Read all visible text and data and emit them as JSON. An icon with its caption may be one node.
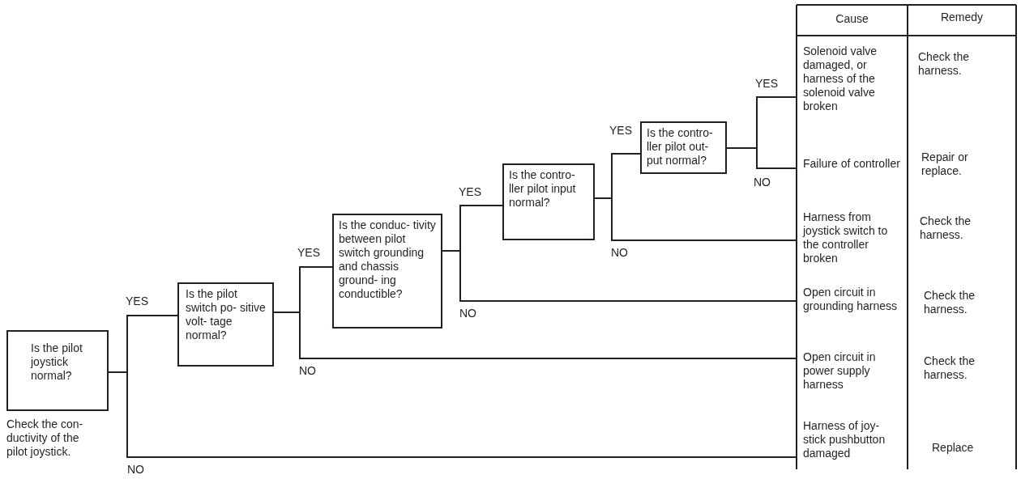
{
  "diagram": {
    "nodes": [
      {
        "text": [
          "Is the pilot joystick normal?"
        ],
        "beside": [
          "Check the con- ductivity of the pilot joystick."
        ]
      },
      {
        "text": [
          "Is the pilot switch po- sitive volt- tage normal?"
        ]
      },
      {
        "text": [
          "Is the conduc- tivity between pilot switch grounding and chassis ground- ing conductible?"
        ]
      },
      {
        "text": [
          "Is the contro- ller pilot input normal?"
        ]
      },
      {
        "text": [
          "Is the contro- ller pilot out- put normal?"
        ]
      },
      {
        "text": [
          "Solenoid valve damaged, or harness of the solenoid valve broken"
        ]
      },
      {
        "text": [
          "Failure of controller"
        ]
      },
      {
        "text": [
          "Harness from joystick switch to the controller broken"
        ]
      },
      {
        "text": [
          "Open circuit in grounding harness"
        ]
      },
      {
        "text": [
          "Open circuit in power supply harness"
        ]
      },
      {
        "text": [
          "Harness of joy- stick pushbutton damaged"
        ]
      }
    ],
    "edges": [
      {
        "from": 0,
        "to": 1,
        "arrow": "none",
        "label": "YES"
      },
      {
        "from": 0,
        "to": 10,
        "arrow": "none",
        "label": "NO"
      },
      {
        "from": 1,
        "to": 2,
        "arrow": "none",
        "label": "YES"
      },
      {
        "from": 1,
        "to": 9,
        "arrow": "none",
        "label": "NO"
      },
      {
        "from": 2,
        "to": 3,
        "arrow": "none",
        "label": "YES"
      },
      {
        "from": 2,
        "to": 8,
        "arrow": "none",
        "label": "NO"
      },
      {
        "from": 3,
        "to": 4,
        "arrow": "none",
        "label": "YES"
      },
      {
        "from": 3,
        "to": 7,
        "arrow": "none",
        "label": "NO"
      },
      {
        "from": 4,
        "to": 5,
        "arrow": "none",
        "label": "YES"
      },
      {
        "from": 4,
        "to": 6,
        "arrow": "none",
        "label": "NO"
      }
    ],
    "labels": [
      "Cause",
      "Remedy",
      "Check the harness.",
      "Repair or replace.",
      "Check the harness.",
      "Check the harness.",
      "Check the harness.",
      "Replace"
    ]
  }
}
